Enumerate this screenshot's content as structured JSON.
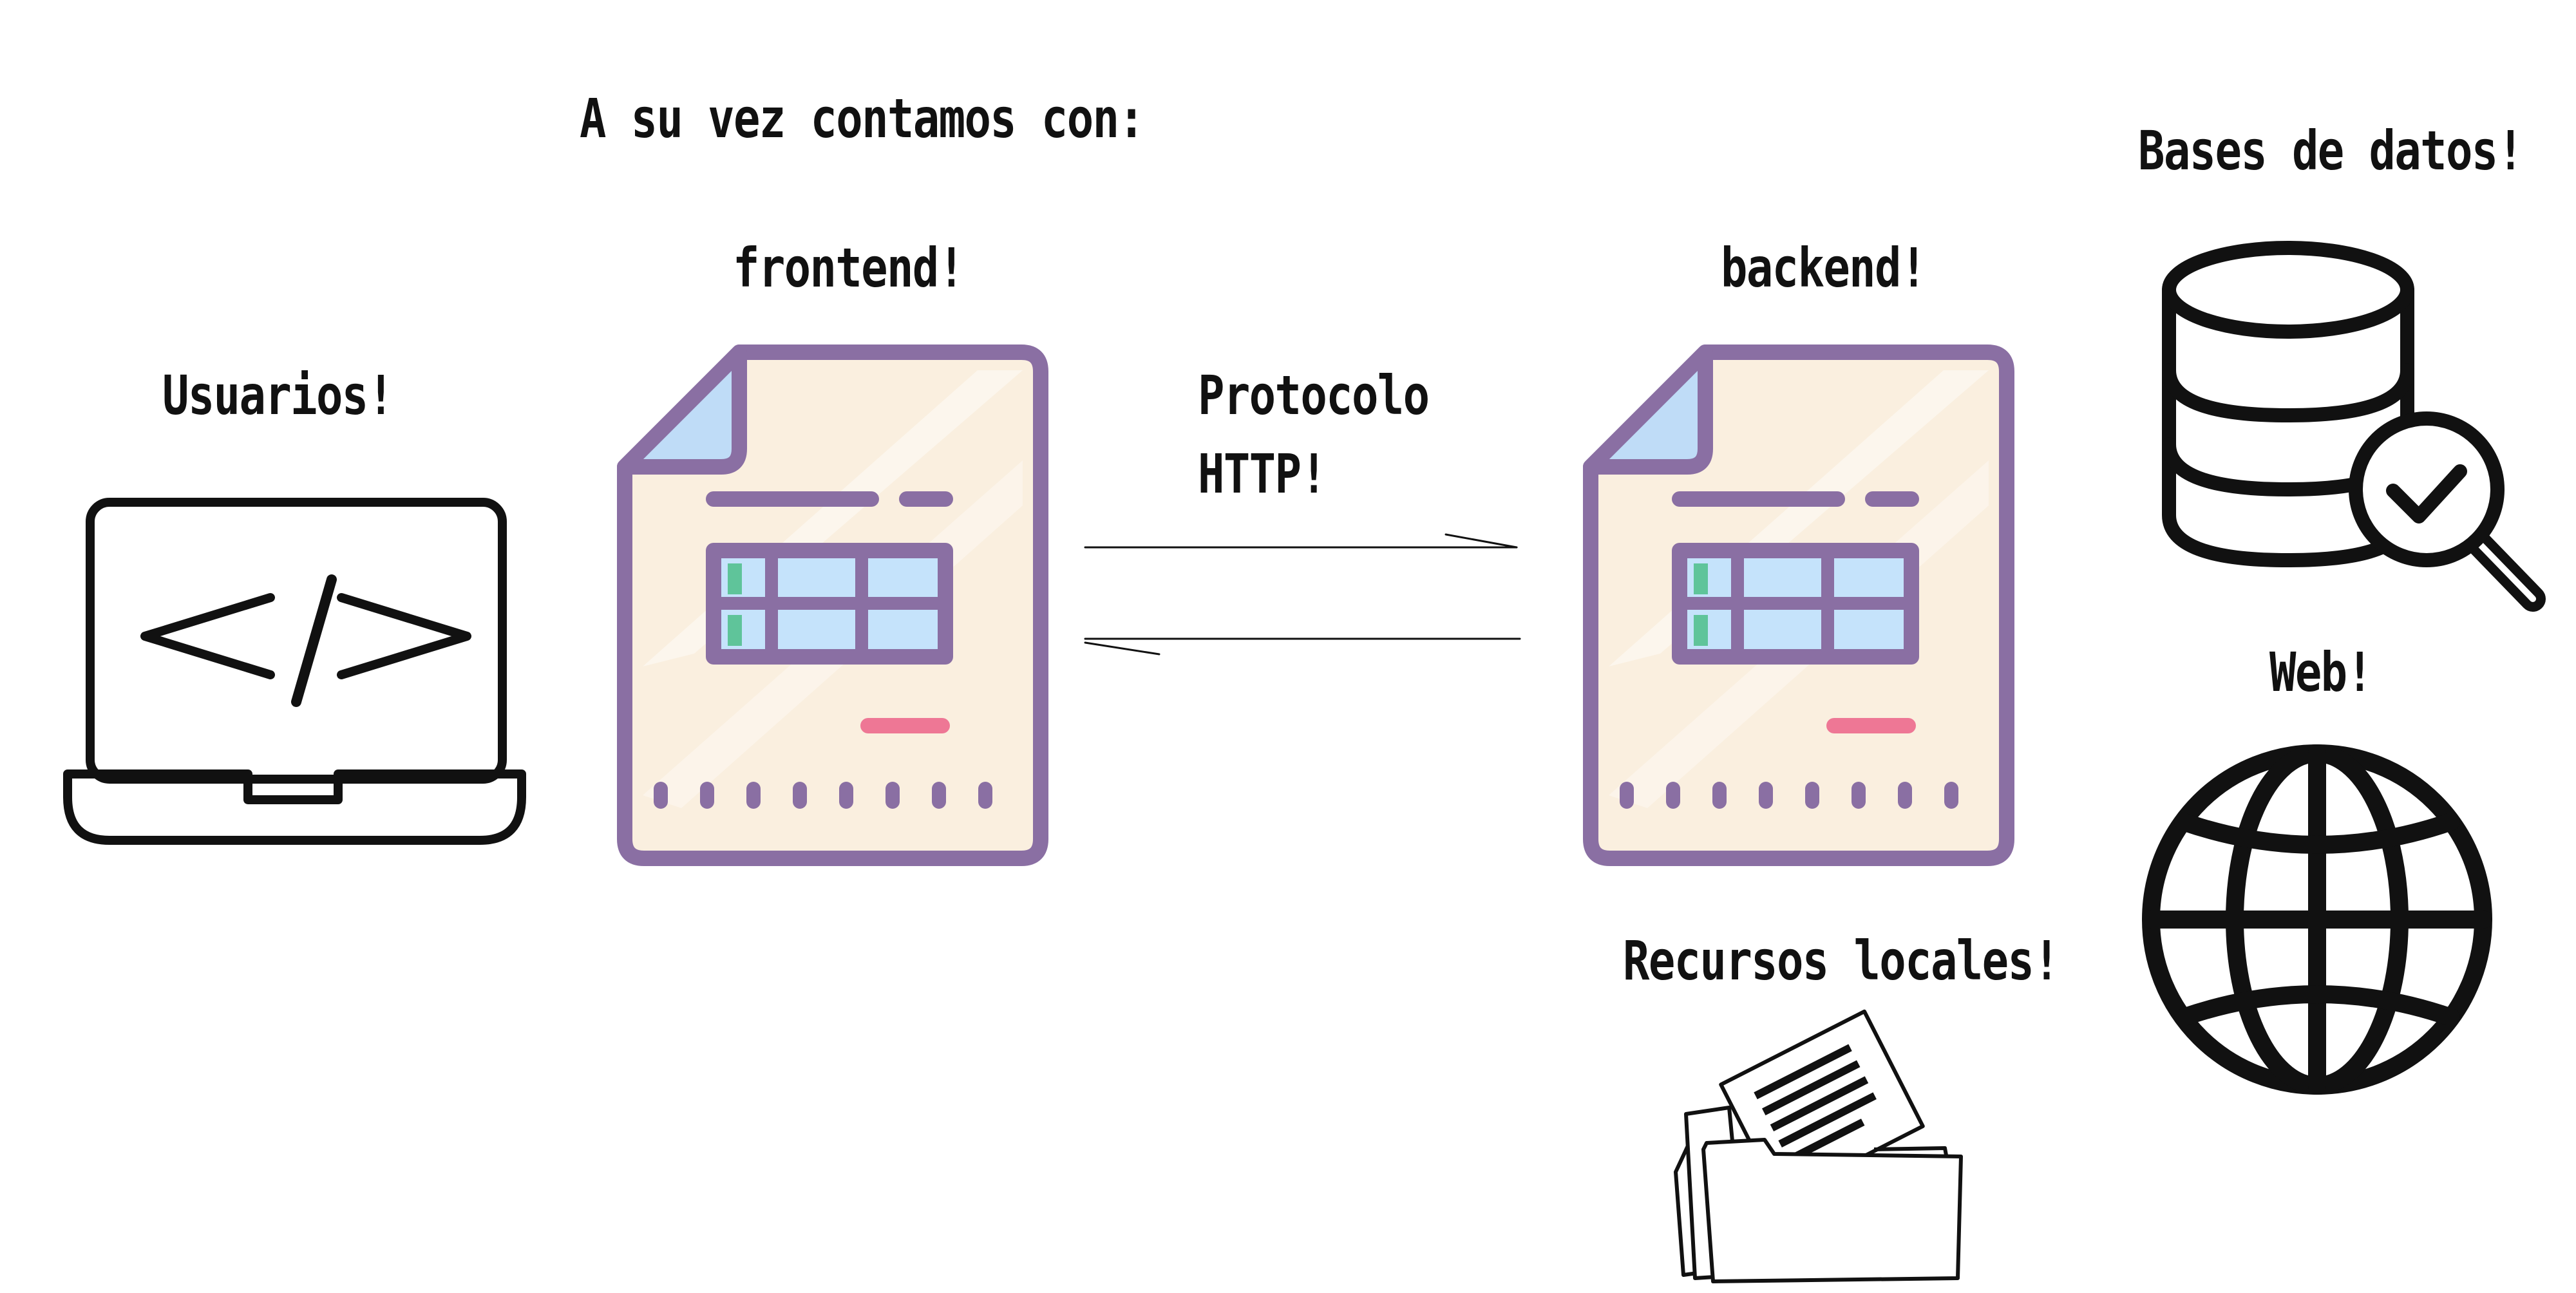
{
  "header": {
    "text": "A su vez contamos con:"
  },
  "nodes": {
    "usuarios": {
      "label": "Usuarios!",
      "icon": "laptop-code-icon"
    },
    "frontend": {
      "label": "frontend!",
      "icon": "spreadsheet-document-icon"
    },
    "protocol": {
      "line1": "Protocolo",
      "line2": "HTTP!"
    },
    "backend": {
      "label": "backend!",
      "icon": "spreadsheet-document-icon"
    },
    "bases_datos": {
      "label": "Bases de datos!",
      "icon": "database-search-icon"
    },
    "web": {
      "label": "Web!",
      "icon": "globe-icon"
    },
    "recursos_locales": {
      "label": "Recursos locales!",
      "icon": "folder-documents-icon"
    }
  },
  "colors": {
    "doc_outline": "#8a6fa3",
    "doc_fill": "#faefdf",
    "doc_corner": "#bfdcf7",
    "doc_table_cell": "#c5e3fb",
    "doc_accent_green": "#5fc49a",
    "doc_accent_pink": "#ee7795",
    "line": "#111111"
  }
}
